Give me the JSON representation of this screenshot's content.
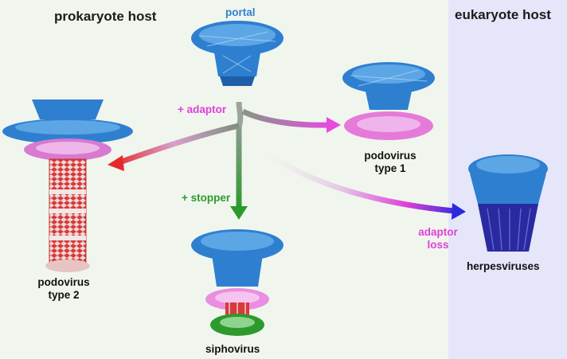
{
  "regions": {
    "prokaryote": "prokaryote host",
    "eukaryote": "eukaryote host"
  },
  "labels": {
    "portal": "portal",
    "adaptor": "+ adaptor",
    "stopper": "+ stopper",
    "adaptor_loss_1": "adaptor",
    "adaptor_loss_2": "loss",
    "podo1_line1": "podovirus",
    "podo1_line2": "type 1",
    "podo2_line1": "podovirus",
    "podo2_line2": "type 2",
    "sipho": "siphovirus",
    "herpes": "herpesviruses"
  },
  "colors": {
    "portal": "#2f7fd0",
    "adaptor": "#e040d8",
    "stopper": "#2e9a2e",
    "tail": "#d63a3a",
    "herpes": "#2a2aa0",
    "euk_bg": "#e6e6fb",
    "prok_bg": "#f0f6ee"
  }
}
